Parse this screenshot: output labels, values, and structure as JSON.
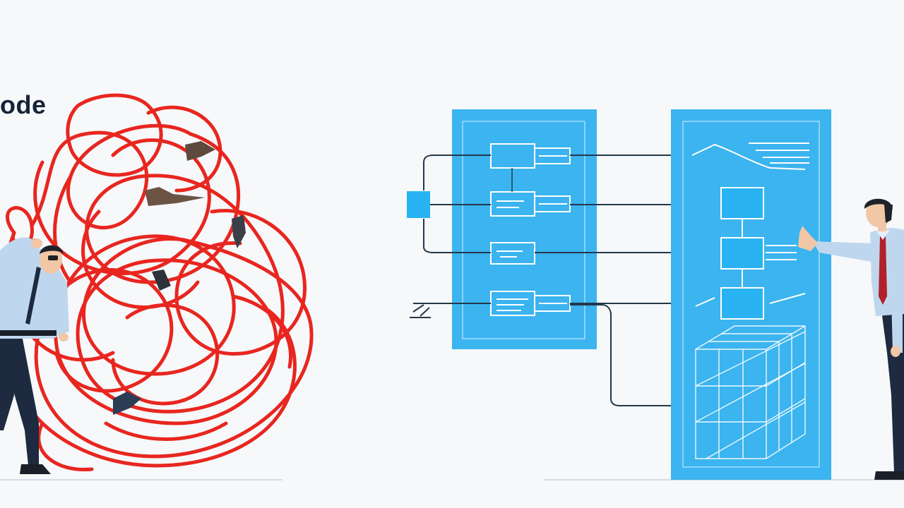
{
  "left_panel": {
    "partial_heading": "ode"
  },
  "colors": {
    "background": "#f6f8fa",
    "tangle_red": "#e8261f",
    "panel_blue": "#3bb4ef",
    "box_blue": "#29b3f2",
    "wire_dark": "#24384a",
    "shirt_blue": "#bfd7ee",
    "trousers_navy": "#1d2a3f",
    "tie_red": "#b0212a"
  },
  "icons": {
    "tangle": "tangled-red-wires",
    "structure": "organized-block-diagram",
    "person_left": "stressed-developer",
    "person_right": "pointing-developer"
  }
}
